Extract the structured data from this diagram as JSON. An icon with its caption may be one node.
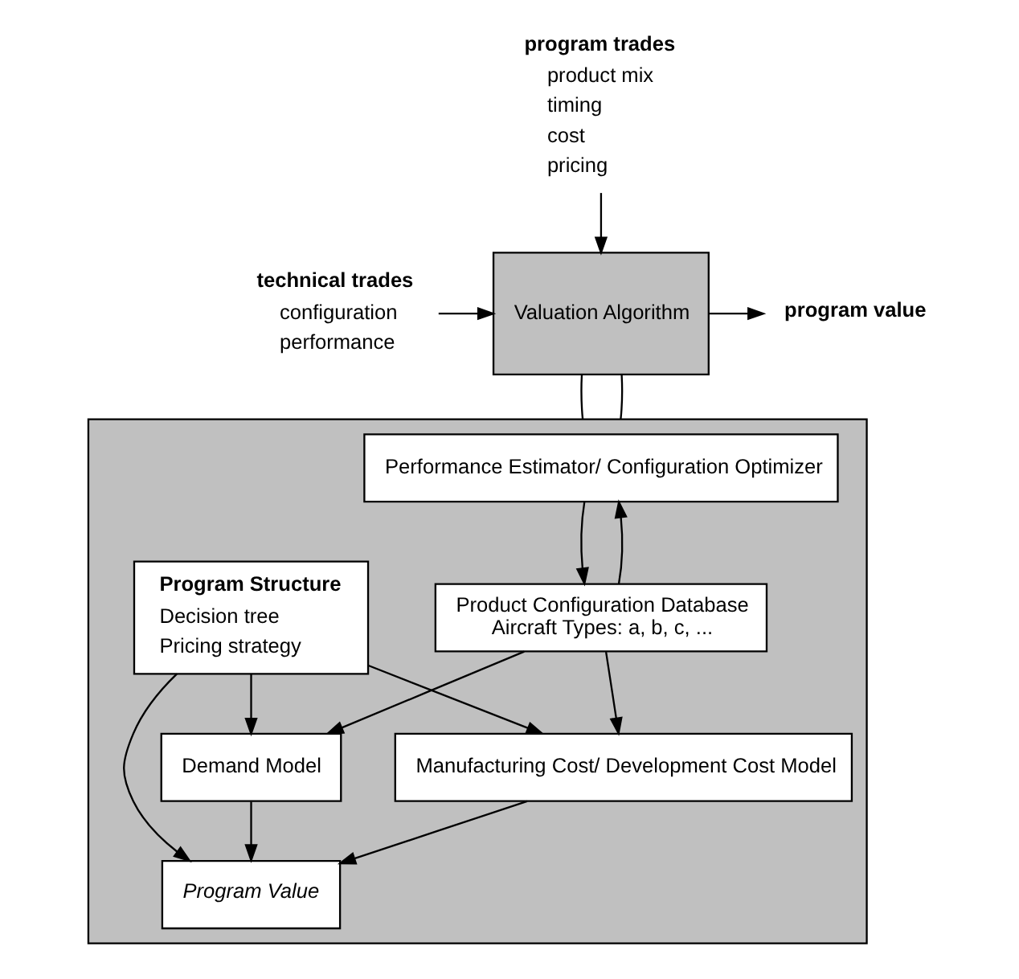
{
  "diagram": {
    "nodes": [
      {
        "text": [
          "technical trades",
          "configuration",
          "performance"
        ]
      },
      {
        "text": [
          "program trades",
          "product mix",
          "timing",
          "cost",
          "pricing"
        ]
      },
      {
        "text": [
          "Valuation Algorithm"
        ]
      },
      {
        "text": [
          "program value"
        ]
      },
      {
        "text": [],
        "shape": "box"
      },
      {
        "text": [
          "Performance Estimator/ Configuration Optimizer"
        ],
        "in": 4
      },
      {
        "text": [
          "Product Configuration Database",
          "Aircraft Types: a, b, c, ..."
        ],
        "in": 4
      },
      {
        "text": [
          "Program Structure",
          "Decision tree",
          "Pricing strategy"
        ],
        "in": 4
      },
      {
        "text": [
          "Manufacturing Cost/ Development Cost Model"
        ],
        "in": 4
      },
      {
        "text": [
          "Demand Model"
        ],
        "in": 4
      },
      {
        "text": [
          "Program Value"
        ],
        "in": 4
      }
    ],
    "edges": [
      {
        "from": 0,
        "to": 2,
        "arrow": "to"
      },
      {
        "from": 1,
        "to": 2,
        "arrow": "to"
      },
      {
        "from": 2,
        "to": 3,
        "arrow": "to"
      },
      {
        "from": 2,
        "to": 4,
        "arrow": "none"
      },
      {
        "from": 2,
        "to": 4,
        "arrow": "none"
      },
      {
        "from": 5,
        "to": 6,
        "arrow": "to"
      },
      {
        "from": 6,
        "to": 5,
        "arrow": "to"
      },
      {
        "from": 6,
        "to": 8,
        "arrow": "to"
      },
      {
        "from": 6,
        "to": 9,
        "arrow": "to"
      },
      {
        "from": 7,
        "to": 8,
        "arrow": "to"
      },
      {
        "from": 7,
        "to": 9,
        "arrow": "to"
      },
      {
        "from": 7,
        "to": 10,
        "arrow": "to"
      },
      {
        "from": 8,
        "to": 10,
        "arrow": "to"
      },
      {
        "from": 9,
        "to": 10,
        "arrow": "to"
      }
    ]
  }
}
